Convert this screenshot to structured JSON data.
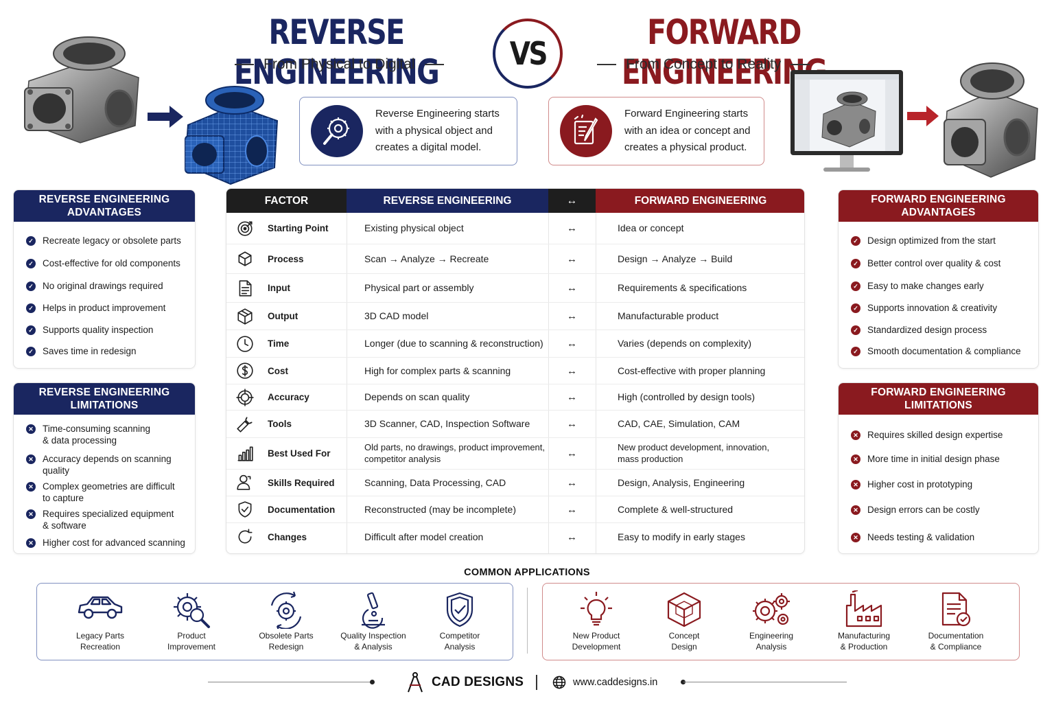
{
  "header": {
    "reverse_title": "REVERSE ENGINEERING",
    "reverse_subtitle": "From Physical to Digital",
    "vs": "VS",
    "forward_title": "FORWARD ENGINEERING",
    "forward_subtitle": "From Concept to Reality"
  },
  "info": {
    "reverse": [
      "Reverse Engineering starts",
      "with a physical object and",
      "creates a digital model."
    ],
    "forward": [
      "Forward Engineering starts",
      "with an idea or concept and",
      "creates a physical product."
    ]
  },
  "reverse_advantages": {
    "title_line1": "REVERSE ENGINEERING",
    "title_line2": "ADVANTAGES",
    "items": [
      "Recreate legacy or obsolete parts",
      "Cost-effective for old components",
      "No original drawings required",
      "Helps in product improvement",
      "Supports quality inspection",
      "Saves time in redesign"
    ]
  },
  "reverse_limitations": {
    "title_line1": "REVERSE ENGINEERING",
    "title_line2": "LIMITATIONS",
    "items": [
      [
        "Time-consuming scanning",
        "& data processing"
      ],
      [
        "Accuracy depends on scanning",
        "quality"
      ],
      [
        "Complex geometries are difficult",
        "to capture"
      ],
      [
        "Requires specialized equipment",
        "& software"
      ],
      [
        "Higher cost for advanced scanning"
      ]
    ]
  },
  "forward_advantages": {
    "title_line1": "FORWARD ENGINEERING",
    "title_line2": "ADVANTAGES",
    "items": [
      "Design optimized from the start",
      "Better control over quality & cost",
      "Easy to make changes early",
      "Supports innovation & creativity",
      "Standardized design process",
      "Smooth documentation & compliance"
    ]
  },
  "forward_limitations": {
    "title_line1": "FORWARD ENGINEERING",
    "title_line2": "LIMITATIONS",
    "items": [
      "Requires skilled design expertise",
      "More time in initial design phase",
      "Higher cost in prototyping",
      "Design errors can be costly",
      "Needs testing & validation"
    ]
  },
  "table": {
    "headers": {
      "factor": "FACTOR",
      "reverse": "REVERSE ENGINEERING",
      "arrow": "↔",
      "forward": "FORWARD ENGINEERING"
    },
    "rows": [
      {
        "icon": "target-icon",
        "factor": "Starting Point",
        "reverse": [
          "Existing physical object"
        ],
        "forward": [
          "Idea or concept"
        ]
      },
      {
        "icon": "cube-process-icon",
        "factor": "Process",
        "reverse": [
          "Scan → Analyze → Recreate"
        ],
        "forward": [
          "Design → Analyze → Build"
        ]
      },
      {
        "icon": "document-icon",
        "factor": "Input",
        "reverse": [
          "Physical part or assembly"
        ],
        "forward": [
          "Requirements & specifications"
        ]
      },
      {
        "icon": "box-icon",
        "factor": "Output",
        "reverse": [
          "3D CAD model"
        ],
        "forward": [
          "Manufacturable product"
        ]
      },
      {
        "icon": "clock-icon",
        "factor": "Time",
        "reverse": [
          "Longer (due to scanning & reconstruction)"
        ],
        "forward": [
          "Varies (depends on complexity)"
        ]
      },
      {
        "icon": "dollar-icon",
        "factor": "Cost",
        "reverse": [
          "High for complex parts & scanning"
        ],
        "forward": [
          "Cost-effective with proper planning"
        ]
      },
      {
        "icon": "crosshair-icon",
        "factor": "Accuracy",
        "reverse": [
          "Depends on scan quality"
        ],
        "forward": [
          "High (controlled by design tools)"
        ]
      },
      {
        "icon": "wrench-icon",
        "factor": "Tools",
        "reverse": [
          "3D Scanner, CAD, Inspection Software"
        ],
        "forward": [
          "CAD, CAE, Simulation, CAM"
        ]
      },
      {
        "icon": "bar-chart-icon",
        "factor": "Best Used For",
        "reverse": [
          "Old parts, no drawings, product improvement,",
          "competitor analysis"
        ],
        "forward": [
          "New product development, innovation,",
          "mass production"
        ]
      },
      {
        "icon": "user-skill-icon",
        "factor": "Skills Required",
        "reverse": [
          "Scanning, Data Processing, CAD"
        ],
        "forward": [
          "Design, Analysis, Engineering"
        ]
      },
      {
        "icon": "shield-check-icon",
        "factor": "Documentation",
        "reverse": [
          "Reconstructed (may be incomplete)"
        ],
        "forward": [
          "Complete & well-structured"
        ]
      },
      {
        "icon": "refresh-icon",
        "factor": "Changes",
        "reverse": [
          "Difficult after model creation"
        ],
        "forward": [
          "Easy to modify in early stages"
        ]
      }
    ]
  },
  "applications": {
    "title": "COMMON APPLICATIONS",
    "reverse": [
      {
        "icon": "car-icon",
        "label": [
          "Legacy Parts",
          "Recreation"
        ]
      },
      {
        "icon": "gear-search-icon",
        "label": [
          "Product",
          "Improvement"
        ]
      },
      {
        "icon": "cycle-gear-icon",
        "label": [
          "Obsolete Parts",
          "Redesign"
        ]
      },
      {
        "icon": "microscope-icon",
        "label": [
          "Quality Inspection",
          "& Analysis"
        ]
      },
      {
        "icon": "shield-icon",
        "label": [
          "Competitor",
          "Analysis"
        ]
      }
    ],
    "forward": [
      {
        "icon": "lightbulb-icon",
        "label": [
          "New Product",
          "Development"
        ]
      },
      {
        "icon": "cube-icon",
        "label": [
          "Concept",
          "Design"
        ]
      },
      {
        "icon": "gears-icon",
        "label": [
          "Engineering",
          "Analysis"
        ]
      },
      {
        "icon": "factory-icon",
        "label": [
          "Manufacturing",
          "& Production"
        ]
      },
      {
        "icon": "doc-check-icon",
        "label": [
          "Documentation",
          "& Compliance"
        ]
      }
    ]
  },
  "footer": {
    "brand": "CAD DESIGNS",
    "website": "www.caddesigns.in"
  },
  "colors": {
    "reverse": "#1a2660",
    "forward": "#8a1a1f"
  }
}
